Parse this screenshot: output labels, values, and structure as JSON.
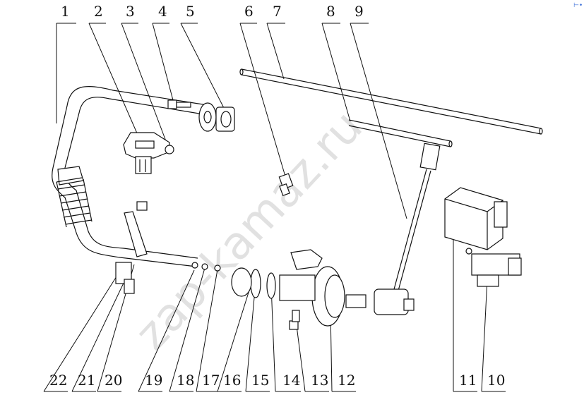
{
  "top_labels": [
    "1",
    "2",
    "3",
    "4",
    "5",
    "6",
    "7",
    "8",
    "9"
  ],
  "bottom_labels": [
    "22",
    "21",
    "20",
    "19",
    "18",
    "17",
    "16",
    "15",
    "14",
    "13",
    "12",
    "11",
    "10"
  ],
  "watermark": "zap-kamaz.ru",
  "corner_mark": "⊢•"
}
